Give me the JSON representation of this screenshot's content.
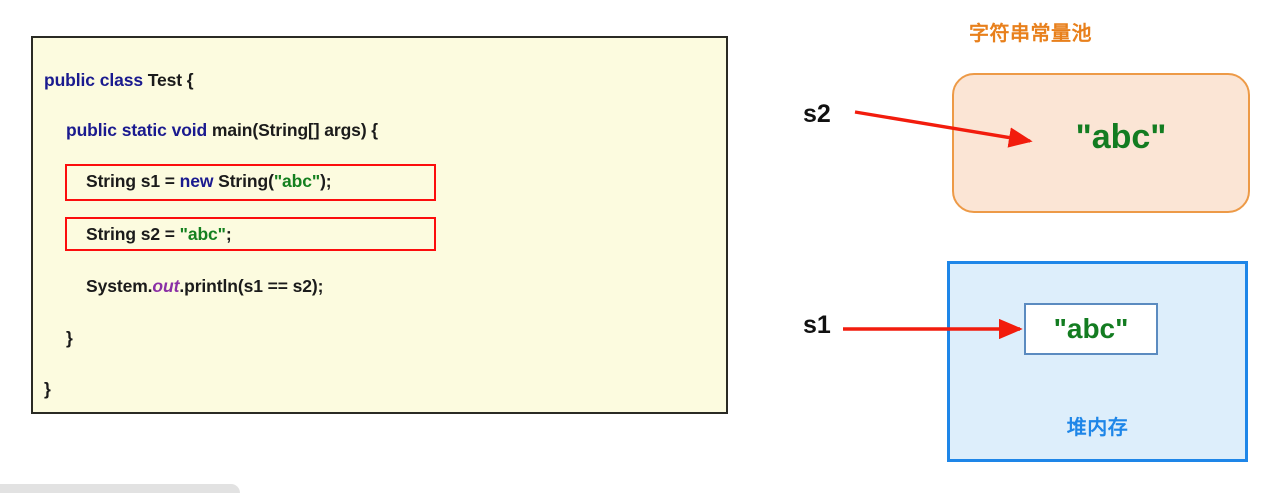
{
  "code_panel": {
    "lines": [
      {
        "id": "class",
        "segments": [
          {
            "t": "public class ",
            "k": "kw"
          },
          {
            "t": "Test {",
            "k": "plain"
          }
        ]
      },
      {
        "id": "main",
        "segments": [
          {
            "t": "public static void ",
            "k": "kw"
          },
          {
            "t": "main(String[] args) {",
            "k": "plain"
          }
        ]
      },
      {
        "id": "s1",
        "segments": [
          {
            "t": "String s1 = ",
            "k": "plain"
          },
          {
            "t": "new ",
            "k": "kw"
          },
          {
            "t": "String(",
            "k": "plain"
          },
          {
            "t": "\"abc\"",
            "k": "str"
          },
          {
            "t": ");",
            "k": "plain"
          }
        ]
      },
      {
        "id": "s2",
        "segments": [
          {
            "t": "String s2 = ",
            "k": "plain"
          },
          {
            "t": "\"abc\"",
            "k": "str"
          },
          {
            "t": ";",
            "k": "plain"
          }
        ]
      },
      {
        "id": "print",
        "segments": [
          {
            "t": "System.",
            "k": "plain"
          },
          {
            "t": "out",
            "k": "fieldname"
          },
          {
            "t": ".println(s1 == s2);",
            "k": "plain"
          }
        ]
      },
      {
        "id": "close-inner",
        "segments": [
          {
            "t": "}",
            "k": "plain"
          }
        ]
      },
      {
        "id": "close-outer",
        "segments": [
          {
            "t": "}",
            "k": "plain"
          }
        ]
      }
    ],
    "highlight_lines": [
      "s1",
      "s2"
    ],
    "background_color": "#FCFBDF",
    "border_color": "#2a2a24",
    "highlight_color": "#fc0d0d",
    "keyword_color": "#1a1a8f",
    "string_color": "#14801f",
    "field_color": "#8a2fa5"
  },
  "diagram": {
    "string_pool": {
      "title": "字符串常量池",
      "title_color": "#e8801c",
      "value": "\"abc\"",
      "fill_color": "#FBE5D5",
      "border_color": "#ED9A47",
      "value_color": "#137c21"
    },
    "heap": {
      "label": "堆内存",
      "label_color": "#1E86E8",
      "value": "\"abc\"",
      "fill_color": "#DDEEFB",
      "border_color": "#1E86E8",
      "inner_fill_color": "#ffffff",
      "inner_border_color": "#5B8BC0",
      "value_color": "#137c21"
    },
    "pointers": [
      {
        "id": "s2",
        "label": "s2",
        "target": "string-pool",
        "arrow_color": "#f21c0d"
      },
      {
        "id": "s1",
        "label": "s1",
        "target": "heap-object",
        "arrow_color": "#f21c0d"
      }
    ]
  },
  "bottom_bar": {
    "color": "#E2E2E2"
  }
}
